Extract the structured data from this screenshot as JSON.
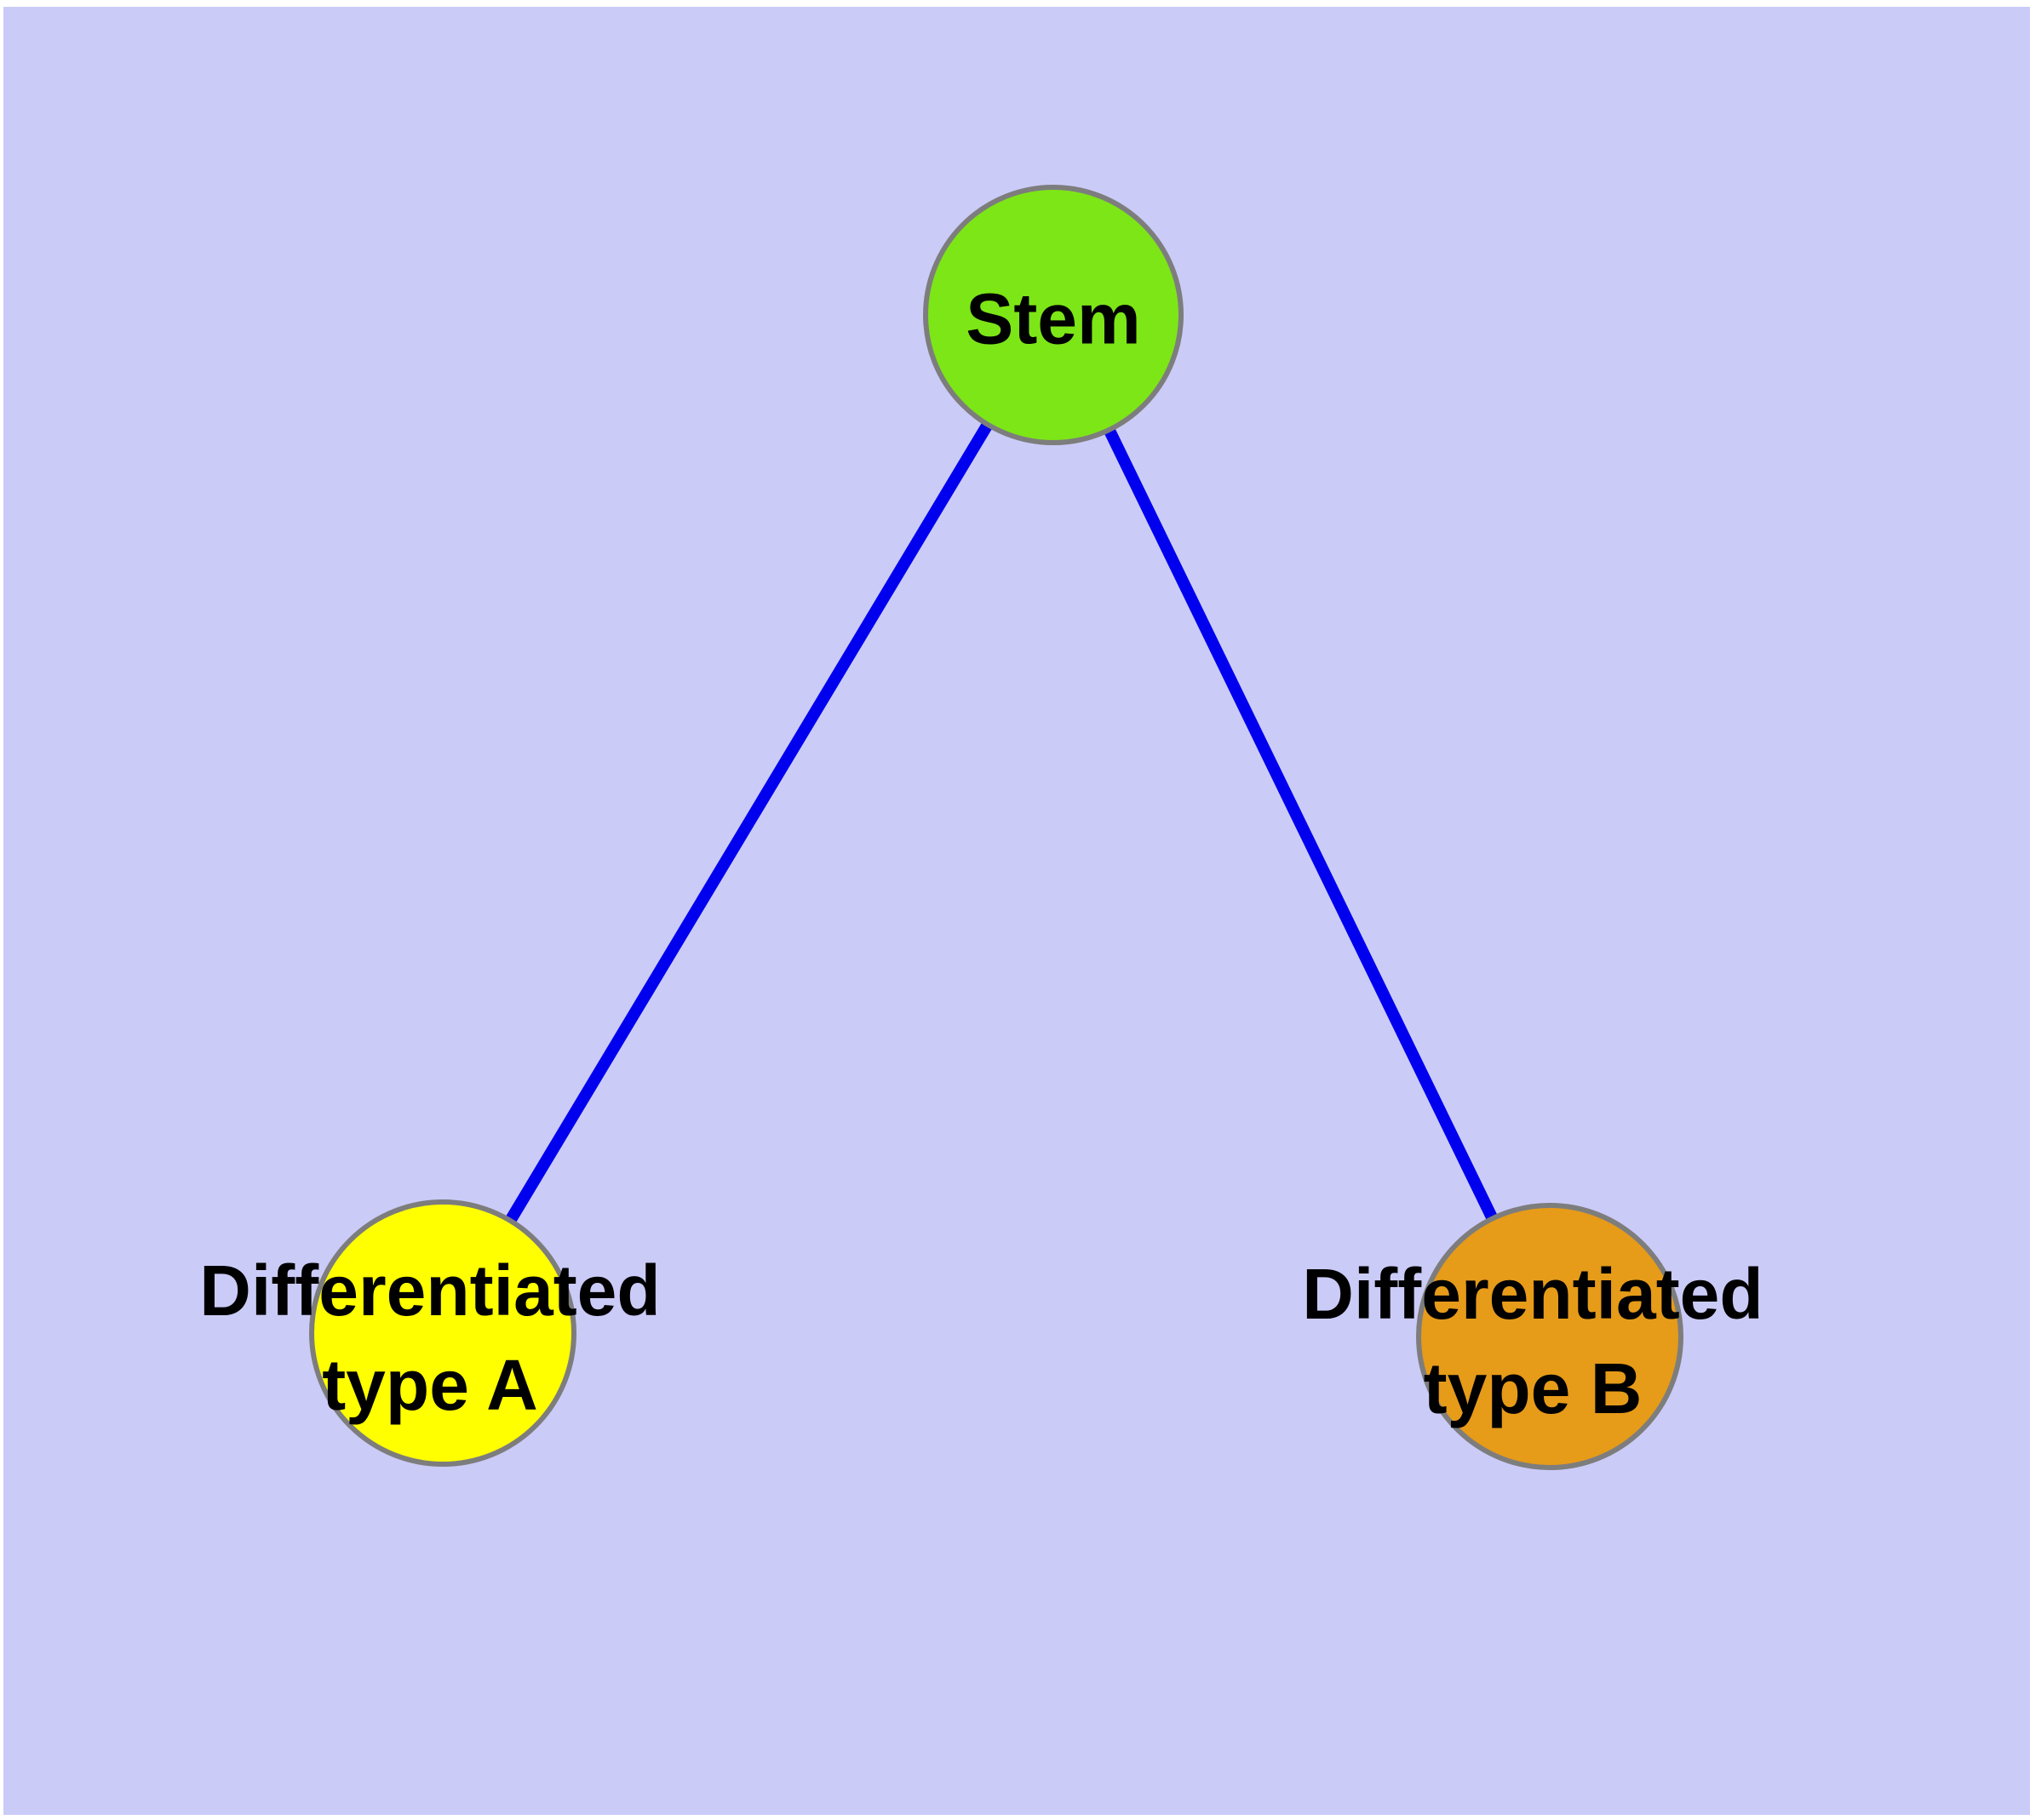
{
  "diagram": {
    "type": "graph",
    "description": "Cell differentiation hierarchy: a stem node branching to two differentiated cell types"
  },
  "colors": {
    "background": "#CBCBF8",
    "frame": "#FFFFFF",
    "edge": "#0000EE",
    "node_border": "#7D7D7D",
    "label_text": "#000000"
  },
  "nodes": {
    "stem": {
      "label": "Stem",
      "label_lines": [
        "Stem"
      ],
      "color": "#7DE617"
    },
    "type_a": {
      "label": "Differentiated type A",
      "label_lines": [
        "Differentiated",
        "type A"
      ],
      "color": "#FFFF00"
    },
    "type_b": {
      "label": "Differentiated type B",
      "label_lines": [
        "Differentiated",
        "type B"
      ],
      "color": "#E69B19"
    }
  },
  "edges": [
    {
      "from": "Stem",
      "to": "Differentiated type A"
    },
    {
      "from": "Stem",
      "to": "Differentiated type B"
    }
  ]
}
